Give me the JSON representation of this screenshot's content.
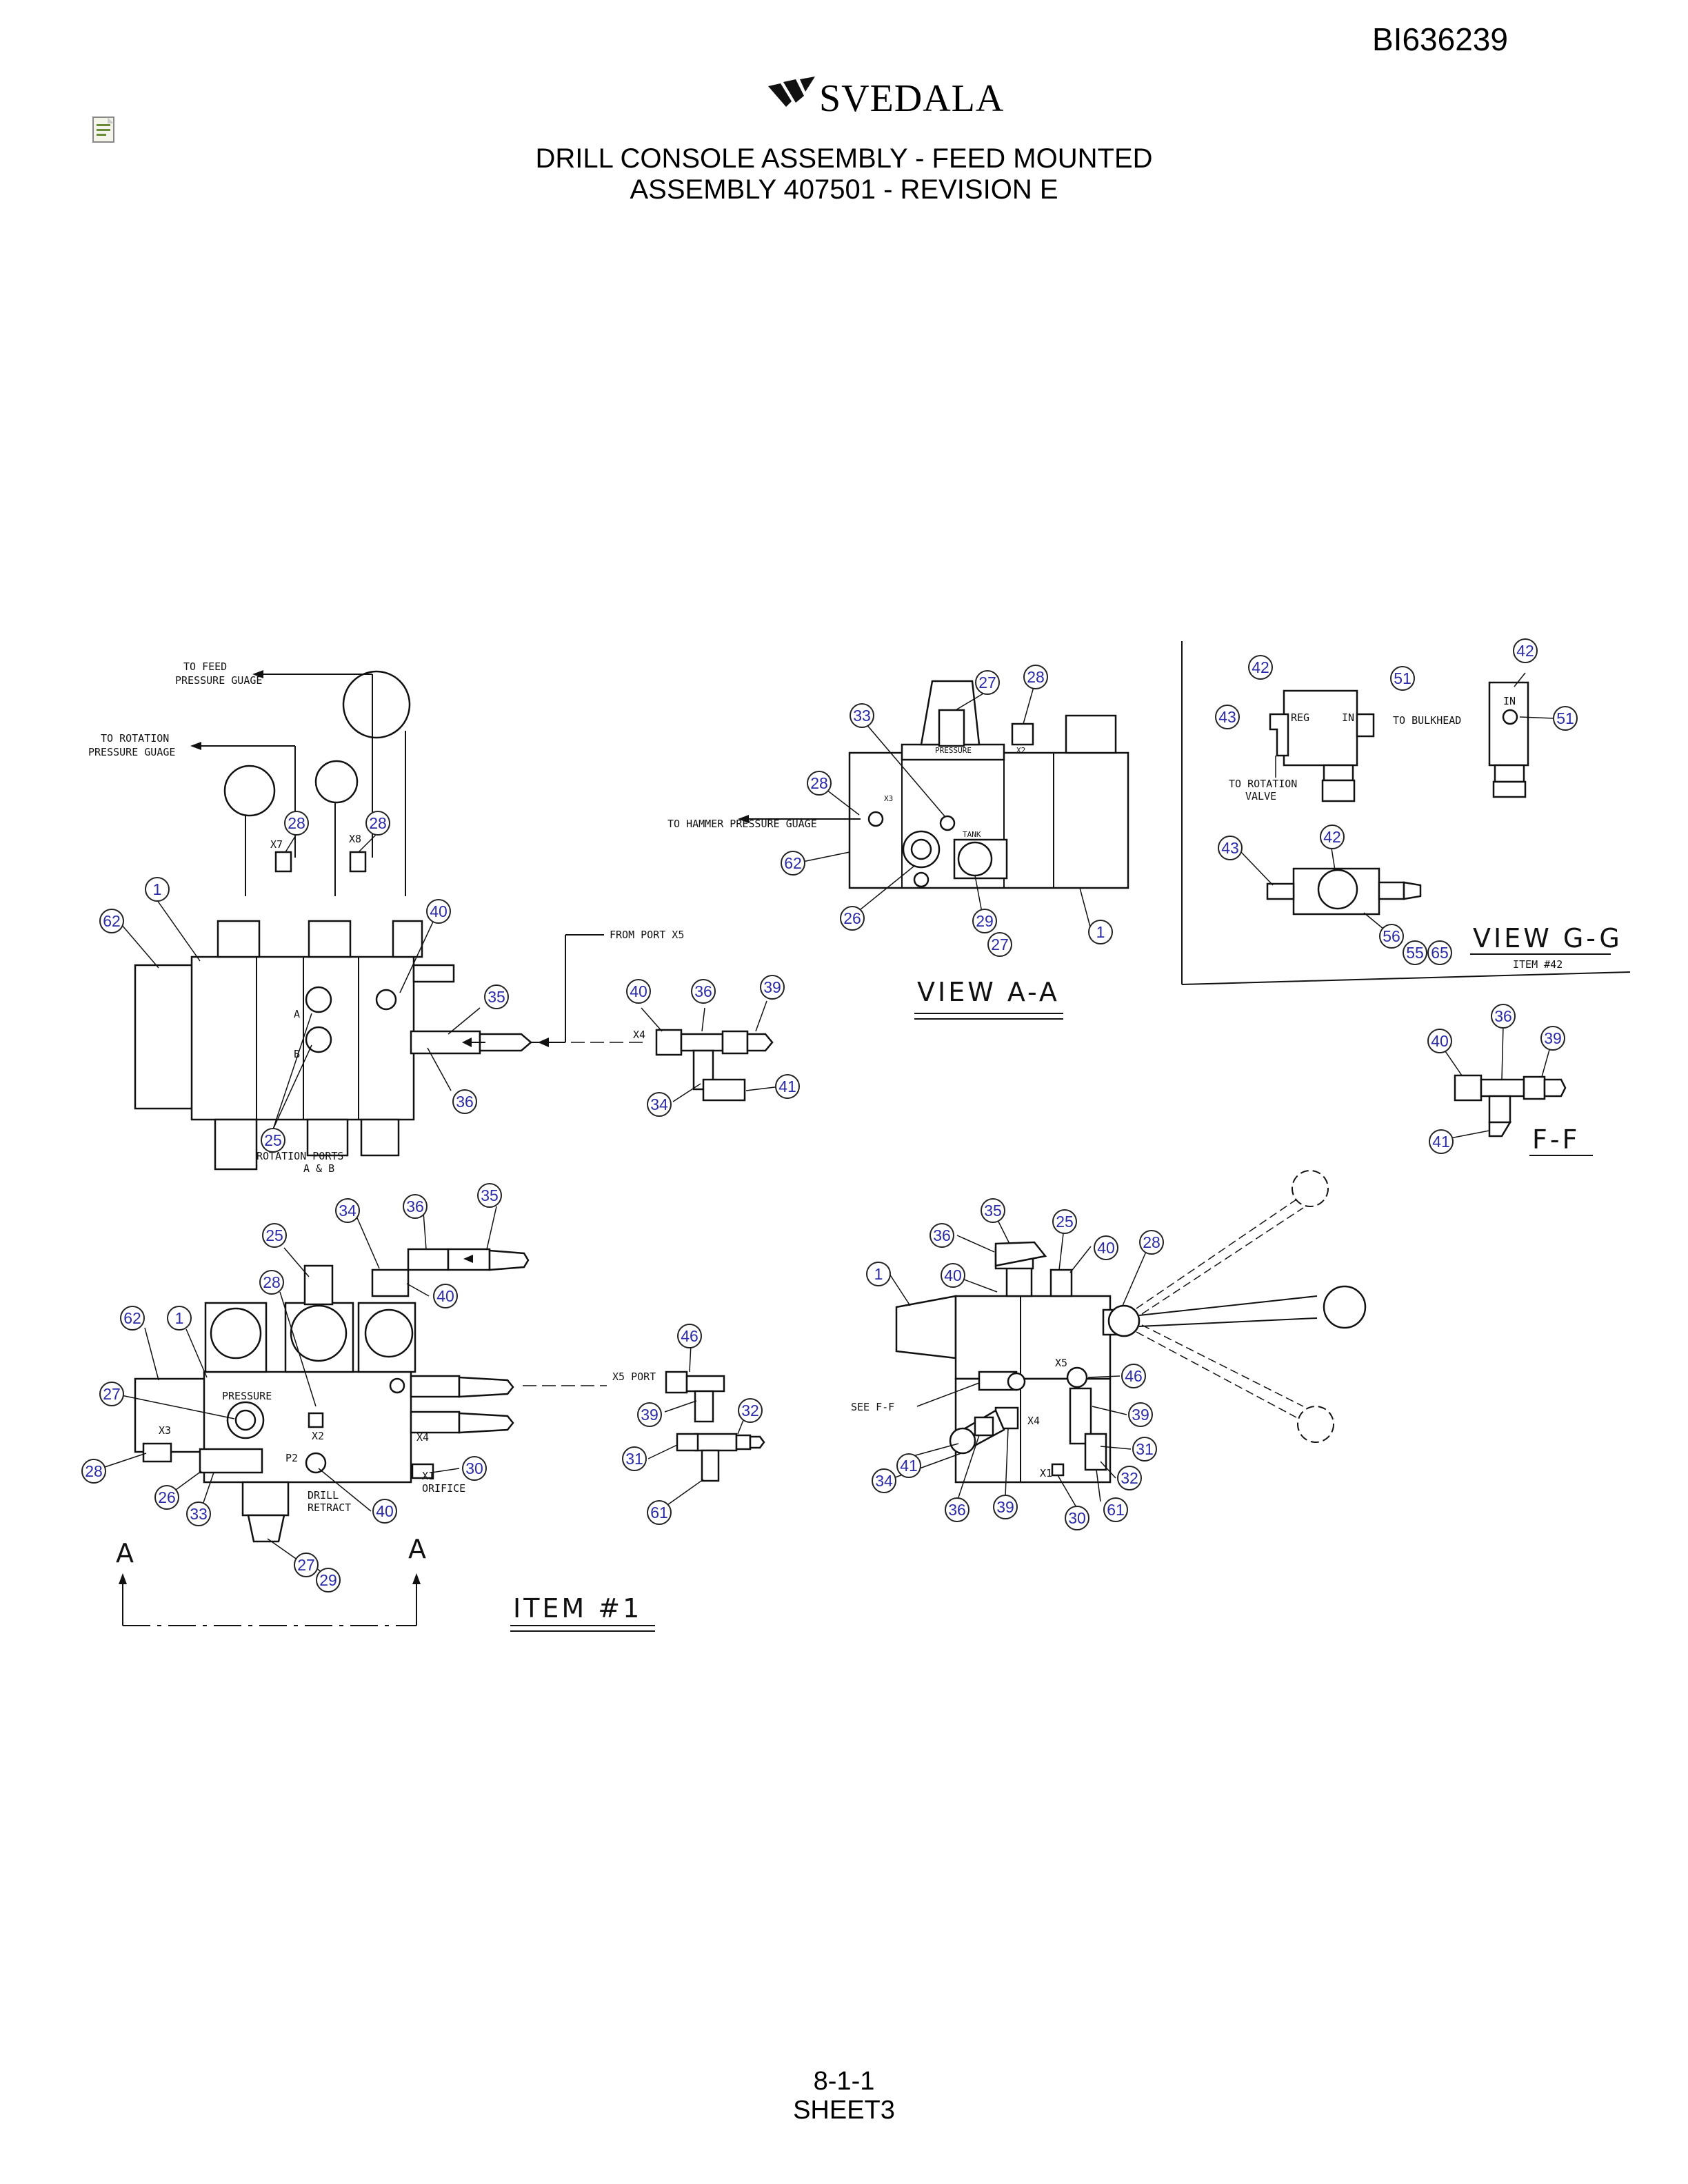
{
  "header": {
    "doc_id": "BI636239",
    "brand": "SVEDALA",
    "title_line1": "DRILL CONSOLE ASSEMBLY - FEED MOUNTED",
    "title_line2": "ASSEMBLY 407501 - REVISION E"
  },
  "footer": {
    "page": "8-1-1",
    "sheet": "SHEET3"
  },
  "labels": {
    "to_feed_1": "TO FEED",
    "to_feed_2": "PRESSURE GUAGE",
    "to_rot_1": "TO ROTATION",
    "to_rot_2": "PRESSURE GUAGE",
    "from_port_x5": "FROM PORT X5",
    "rotation_ports_1": "ROTATION PORTS",
    "rotation_ports_2": "A & B",
    "to_hammer": "TO HAMMER PRESSURE GUAGE",
    "view_aa": "VIEW A-A",
    "view_gg": "VIEW G-G",
    "item_42": "ITEM #42",
    "ff": "F-F",
    "reg": "REG",
    "in": "IN",
    "in2": "IN",
    "to_bulkhead": "TO BULKHEAD",
    "to_rot_valve_1": "TO ROTATION",
    "to_rot_valve_2": "VALVE",
    "item1": "ITEM #1",
    "pressure": "PRESSURE",
    "drill_retract_1": "DRILL",
    "drill_retract_2": "RETRACT",
    "orifice": "ORIFICE",
    "x5_port": "X5 PORT",
    "see_ff": "SEE F-F",
    "section_a": "A",
    "x7": "X7",
    "x8": "X8",
    "x4": "X4",
    "x3": "X3",
    "x2": "X2",
    "x1": "X1",
    "x5": "X5",
    "p2": "P2",
    "tank": "TANK",
    "port_a": "A",
    "port_b": "B"
  },
  "callouts": [
    "1",
    "25",
    "26",
    "27",
    "28",
    "29",
    "30",
    "31",
    "32",
    "33",
    "34",
    "35",
    "36",
    "39",
    "40",
    "41",
    "42",
    "43",
    "46",
    "51",
    "55",
    "56",
    "61",
    "62",
    "65"
  ]
}
